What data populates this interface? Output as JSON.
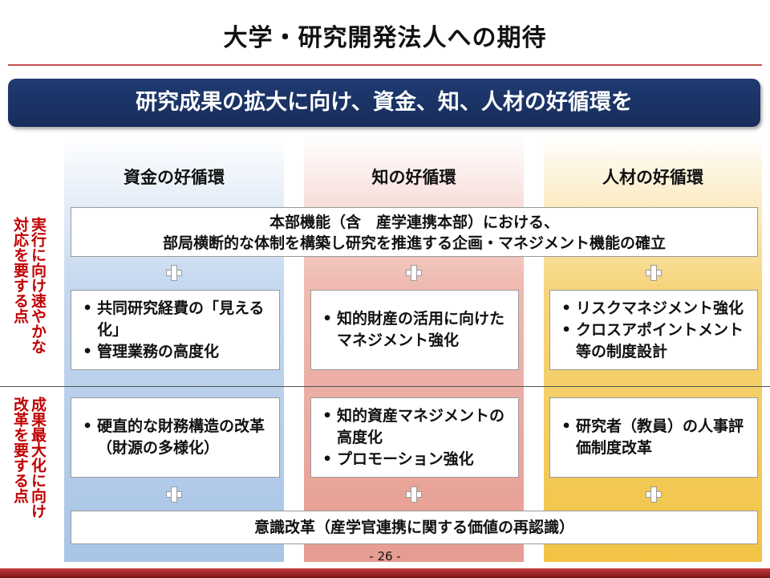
{
  "title": "大学・研究開発法人への期待",
  "banner": "研究成果の拡大に向け、資金、知、人材の好循環を",
  "columns": [
    "資金の好循環",
    "知の好循環",
    "人材の好循環"
  ],
  "side_labels": {
    "top": [
      "実行に向け速やかな",
      "対応を要する点"
    ],
    "bottom": [
      "成果最大化に向け",
      "改革を要する点"
    ]
  },
  "top_box": [
    "本部機能（含　産学連携本部）における、",
    "部局横断的な体制を構築し研究を推進する企画・マネジメント機能の確立"
  ],
  "row1": [
    [
      "共同研究経費の「見える化」",
      "管理業務の高度化"
    ],
    [
      "知的財産の活用に向けたマネジメント強化"
    ],
    [
      "リスクマネジメント強化",
      "クロスアポイントメント等の制度設計"
    ]
  ],
  "row2": [
    [
      "硬直的な財務構造の改革（財源の多様化）"
    ],
    [
      "知的資産マネジメントの高度化",
      "プロモーション強化"
    ],
    [
      "研究者（教員）の人事評価制度改革"
    ]
  ],
  "bottom_box": "意識改革（産学官連携に関する価値の再認識）",
  "page_number": "- 26 -",
  "colors": {
    "banner": "#1f3b73",
    "accent_red": "#c00000",
    "column_blue": "#a8c5e6",
    "column_red": "#e69c90",
    "column_yellow": "#f1c444"
  }
}
